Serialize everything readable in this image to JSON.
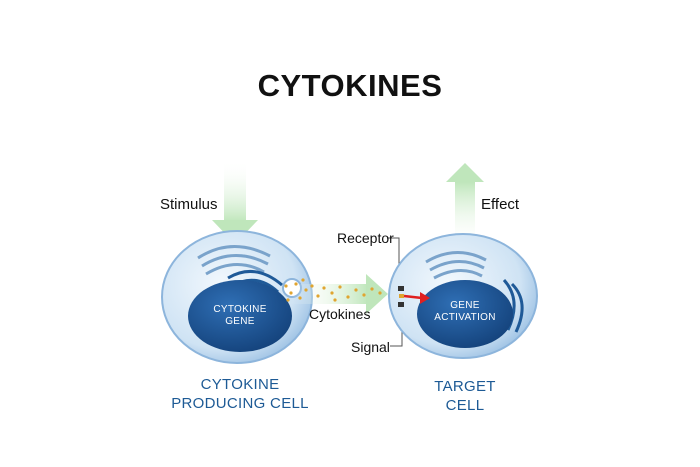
{
  "title": "CYTOKINES",
  "labels": {
    "stimulus": "Stimulus",
    "effect": "Effect",
    "receptor": "Receptor",
    "cytokines": "Cytokines",
    "signal": "Signal"
  },
  "producing_cell": {
    "nucleus_line1": "CYTOKINE",
    "nucleus_line2": "GENE",
    "caption_line1": "CYTOKINE",
    "caption_line2": "PRODUCING CELL"
  },
  "target_cell": {
    "nucleus_line1": "GENE",
    "nucleus_line2": "ACTIVATION",
    "caption_line1": "TARGET",
    "caption_line2": "CELL"
  },
  "colors": {
    "cell_outer": "#a9cbe9",
    "cell_inner": "#d6e7f6",
    "nucleus": "#174f8f",
    "arrow_green": "#c9ecc6",
    "caption_blue": "#1d5a95",
    "signal_red": "#e02020",
    "cytokine_dot": "#e0a530"
  }
}
